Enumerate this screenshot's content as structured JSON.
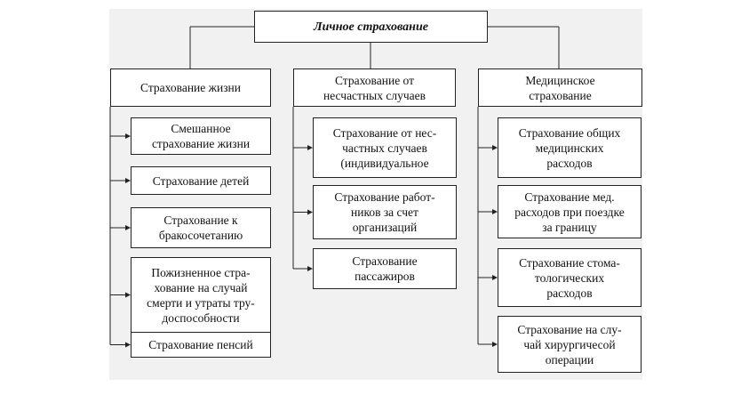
{
  "diagram": {
    "root": "Личное страхование",
    "branches": [
      {
        "title": [
          "Страхование жизни"
        ],
        "items": [
          [
            "Смешанное",
            "страхование жизни"
          ],
          [
            "Страхование детей"
          ],
          [
            "Страхование к",
            "бракосочетанию"
          ],
          [
            "Пожизненное стра-",
            "хование на случай",
            "смерти и утраты тру-",
            "доспособности"
          ],
          [
            "Страхование пенсий"
          ]
        ]
      },
      {
        "title": [
          "Страхование от",
          "несчастных случаев"
        ],
        "items": [
          [
            "Страхование от нес-",
            "частных случаев",
            "(индивидуальное"
          ],
          [
            "Страхование работ-",
            "ников за счет",
            "организаций"
          ],
          [
            "Страхование",
            "пассажиров"
          ]
        ]
      },
      {
        "title": [
          "Медицинское",
          "страхование"
        ],
        "items": [
          [
            "Страхование общих",
            "медицинских",
            "расходов"
          ],
          [
            "Страхование мед.",
            "расходов при поездке",
            "за границу"
          ],
          [
            "Страхование стома-",
            "тологических",
            "расходов"
          ],
          [
            "Страхование на слу-",
            "чай хирургичесой",
            "операции"
          ]
        ]
      }
    ]
  }
}
